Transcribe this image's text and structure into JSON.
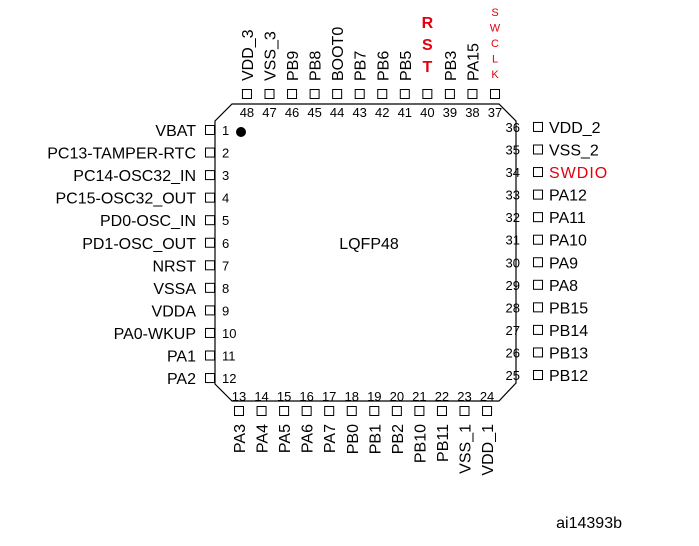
{
  "chip": {
    "package_label": "LQFP48",
    "figure_id": "ai14393b",
    "highlight_color": "#e3000f",
    "pin1_marker": "filled-dot"
  },
  "pins_left": [
    {
      "num": "1",
      "name": "VBAT"
    },
    {
      "num": "2",
      "name": "PC13-TAMPER-RTC"
    },
    {
      "num": "3",
      "name": "PC14-OSC32_IN"
    },
    {
      "num": "4",
      "name": "PC15-OSC32_OUT"
    },
    {
      "num": "5",
      "name": "PD0-OSC_IN"
    },
    {
      "num": "6",
      "name": "PD1-OSC_OUT"
    },
    {
      "num": "7",
      "name": "NRST"
    },
    {
      "num": "8",
      "name": "VSSA"
    },
    {
      "num": "9",
      "name": "VDDA"
    },
    {
      "num": "10",
      "name": "PA0-WKUP"
    },
    {
      "num": "11",
      "name": "PA1"
    },
    {
      "num": "12",
      "name": "PA2"
    }
  ],
  "pins_bottom": [
    {
      "num": "13",
      "name": "PA3"
    },
    {
      "num": "14",
      "name": "PA4"
    },
    {
      "num": "15",
      "name": "PA5"
    },
    {
      "num": "16",
      "name": "PA6"
    },
    {
      "num": "17",
      "name": "PA7"
    },
    {
      "num": "18",
      "name": "PB0"
    },
    {
      "num": "19",
      "name": "PB1"
    },
    {
      "num": "20",
      "name": "PB2"
    },
    {
      "num": "21",
      "name": "PB10"
    },
    {
      "num": "22",
      "name": "PB11"
    },
    {
      "num": "23",
      "name": "VSS_1"
    },
    {
      "num": "24",
      "name": "VDD_1"
    }
  ],
  "pins_right": [
    {
      "num": "25",
      "name": "PB12"
    },
    {
      "num": "26",
      "name": "PB13"
    },
    {
      "num": "27",
      "name": "PB14"
    },
    {
      "num": "28",
      "name": "PB15"
    },
    {
      "num": "29",
      "name": "PA8"
    },
    {
      "num": "30",
      "name": "PA9"
    },
    {
      "num": "31",
      "name": "PA10"
    },
    {
      "num": "32",
      "name": "PA11"
    },
    {
      "num": "33",
      "name": "PA12"
    },
    {
      "num": "34",
      "name": "SWDIO",
      "highlight": true
    },
    {
      "num": "35",
      "name": "VSS_2"
    },
    {
      "num": "36",
      "name": "VDD_2"
    }
  ],
  "pins_top": [
    {
      "num": "37",
      "name": "SWCLK",
      "highlight": true,
      "style": "stacked-small"
    },
    {
      "num": "38",
      "name": "PA15"
    },
    {
      "num": "39",
      "name": "PB3"
    },
    {
      "num": "40",
      "name": "RST",
      "highlight": true,
      "style": "stacked"
    },
    {
      "num": "41",
      "name": "PB5"
    },
    {
      "num": "42",
      "name": "PB6"
    },
    {
      "num": "43",
      "name": "PB7"
    },
    {
      "num": "44",
      "name": "BOOT0"
    },
    {
      "num": "45",
      "name": "PB8"
    },
    {
      "num": "46",
      "name": "PB9"
    },
    {
      "num": "47",
      "name": "VSS_3"
    },
    {
      "num": "48",
      "name": "VDD_3"
    }
  ]
}
